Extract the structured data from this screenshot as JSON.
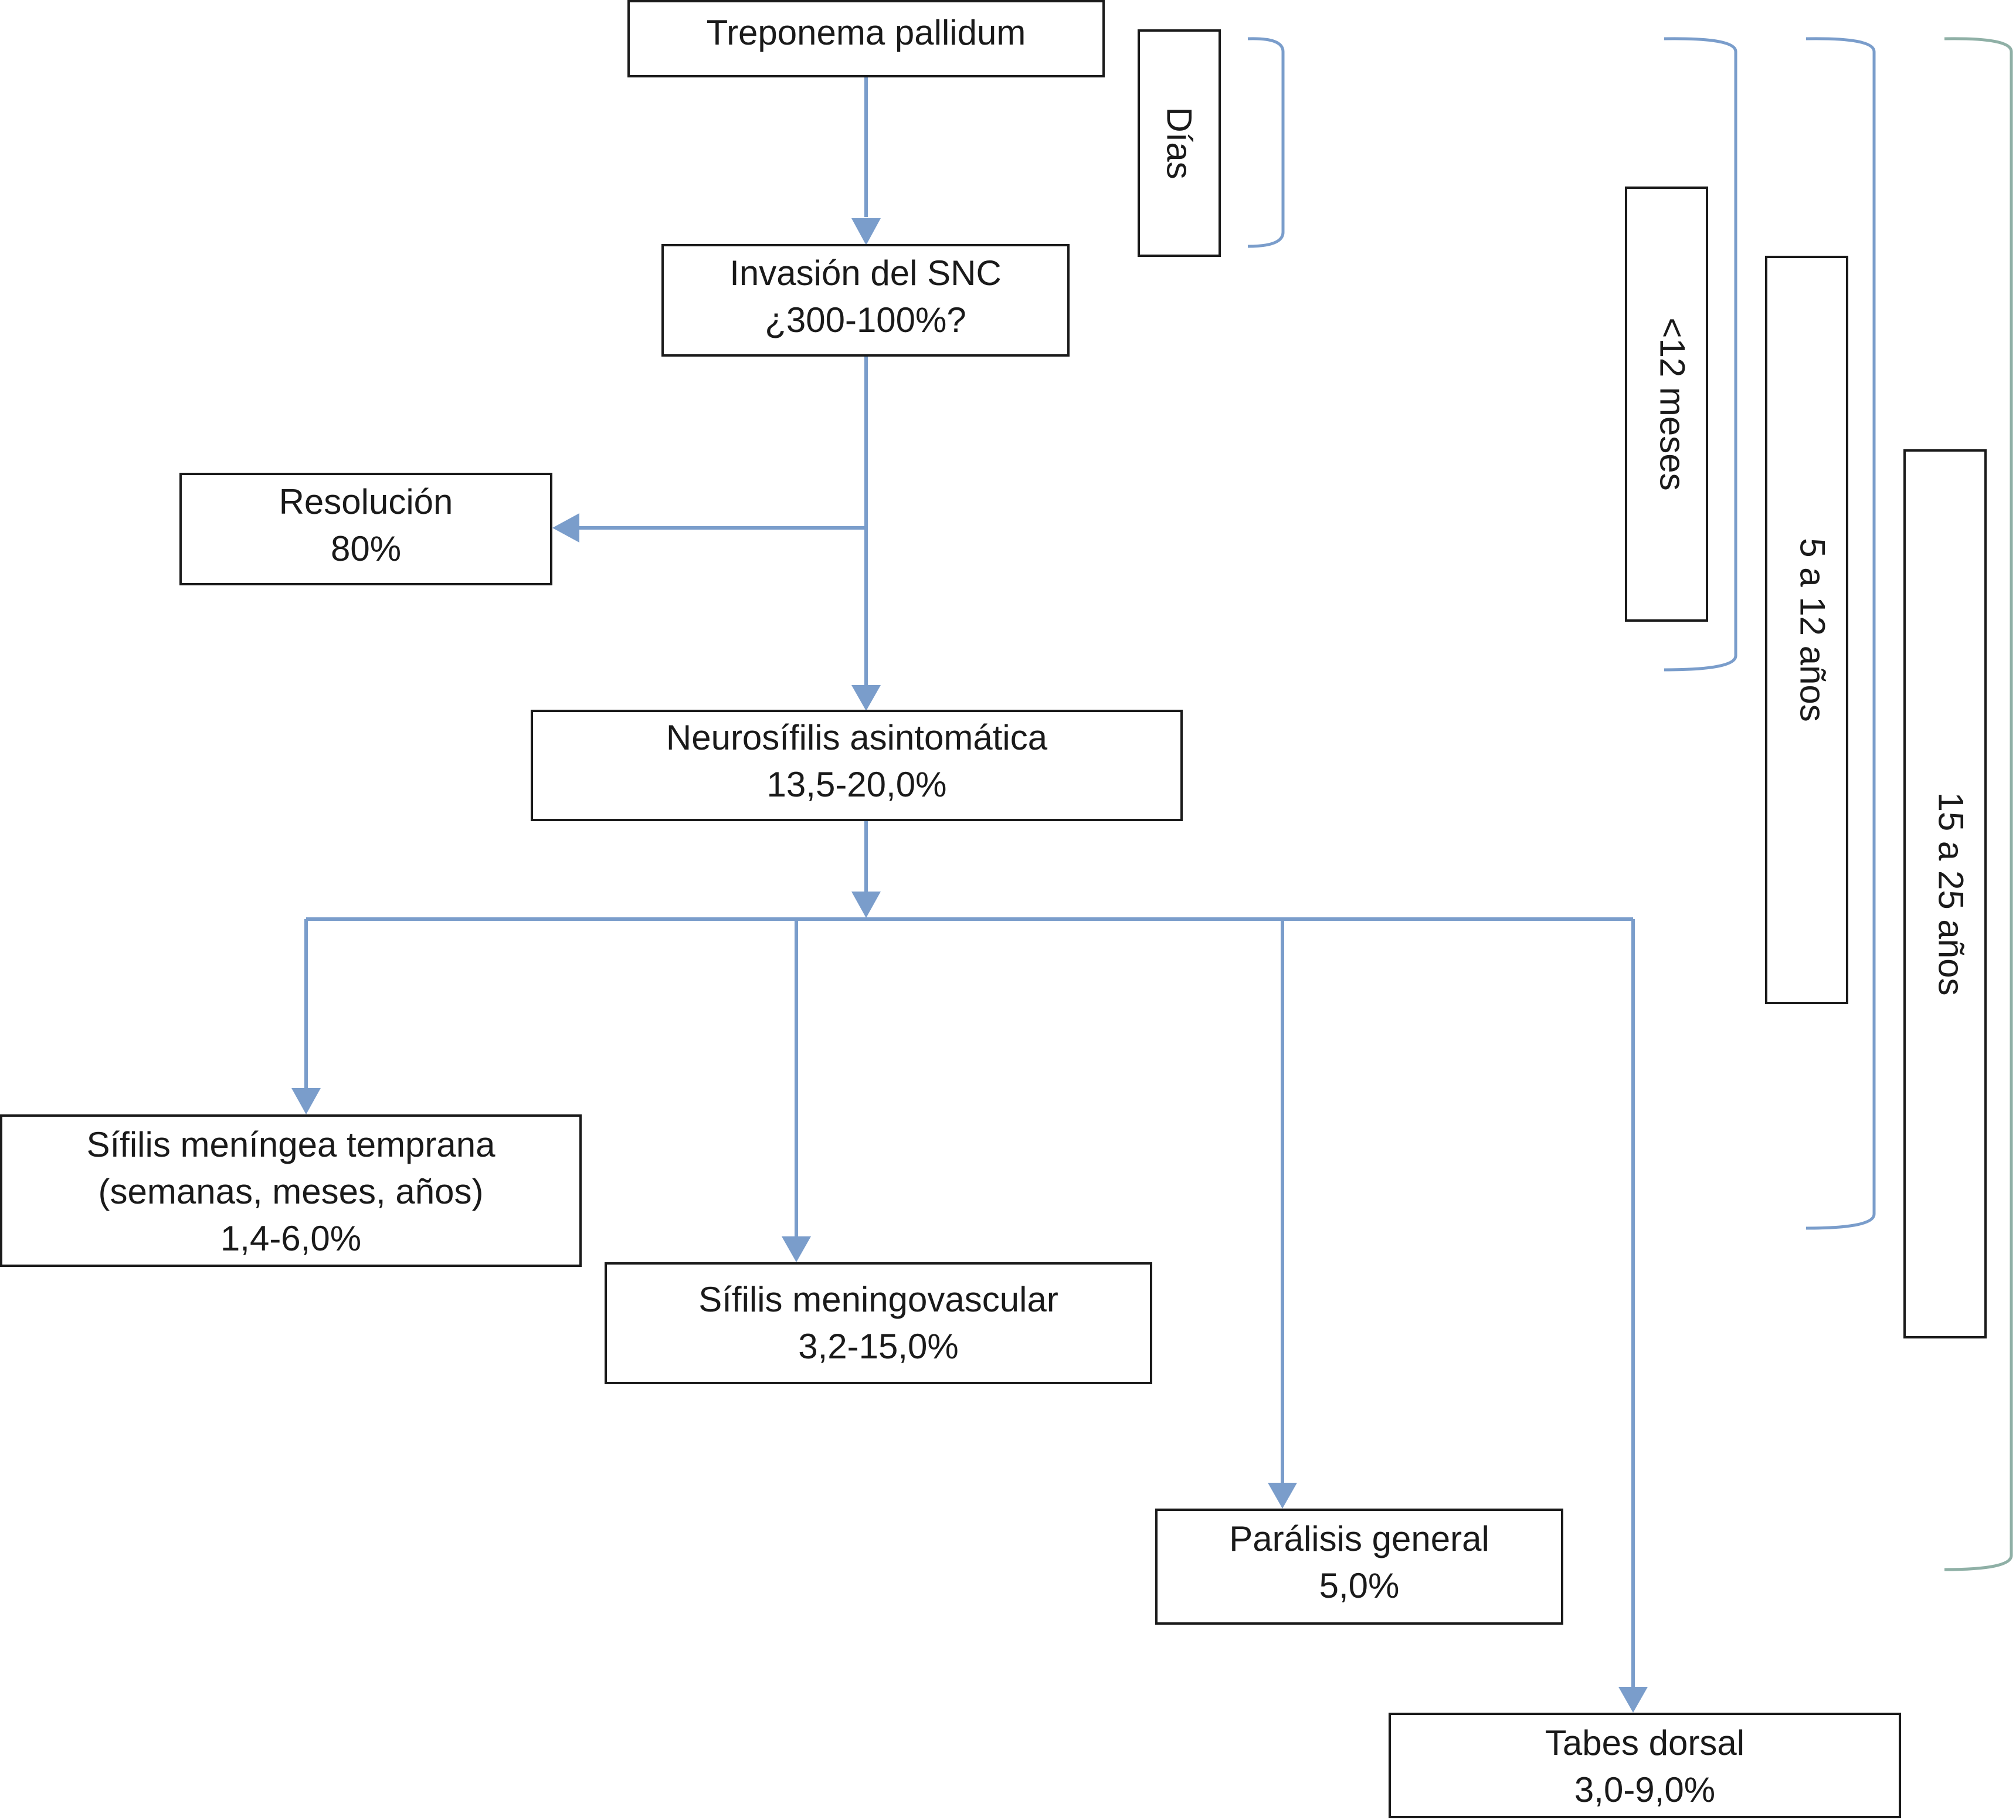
{
  "nodes": {
    "treponema": {
      "line1": "Treponema pallidum"
    },
    "invasion": {
      "line1": "Invasión del SNC",
      "line2": "¿300-100%?"
    },
    "resolucion": {
      "line1": "Resolución",
      "line2": "80%"
    },
    "neurosifilis": {
      "line1": "Neurosífilis asintomática",
      "line2": "13,5-20,0%"
    },
    "meningea": {
      "line1": "Sífilis meníngea temprana",
      "line2": "(semanas, meses, años)",
      "line3": "1,4-6,0%"
    },
    "meningovascular": {
      "line1": "Sífilis meningovascular",
      "line2": "3,2-15,0%"
    },
    "paralisis": {
      "line1": "Parálisis general",
      "line2": "5,0%"
    },
    "tabes": {
      "line1": "Tabes dorsal",
      "line2": "3,0-9,0%"
    }
  },
  "timeline": {
    "dias": "Días",
    "doce_meses": "<12 meses",
    "cinco_doce": "5 a 12 años",
    "quince_veinticinco": "15 a 25 años"
  },
  "colors": {
    "arrow": "#7a9dcb",
    "bracket_outer": "#8fb0a6",
    "box_border": "#1a1a1a"
  }
}
